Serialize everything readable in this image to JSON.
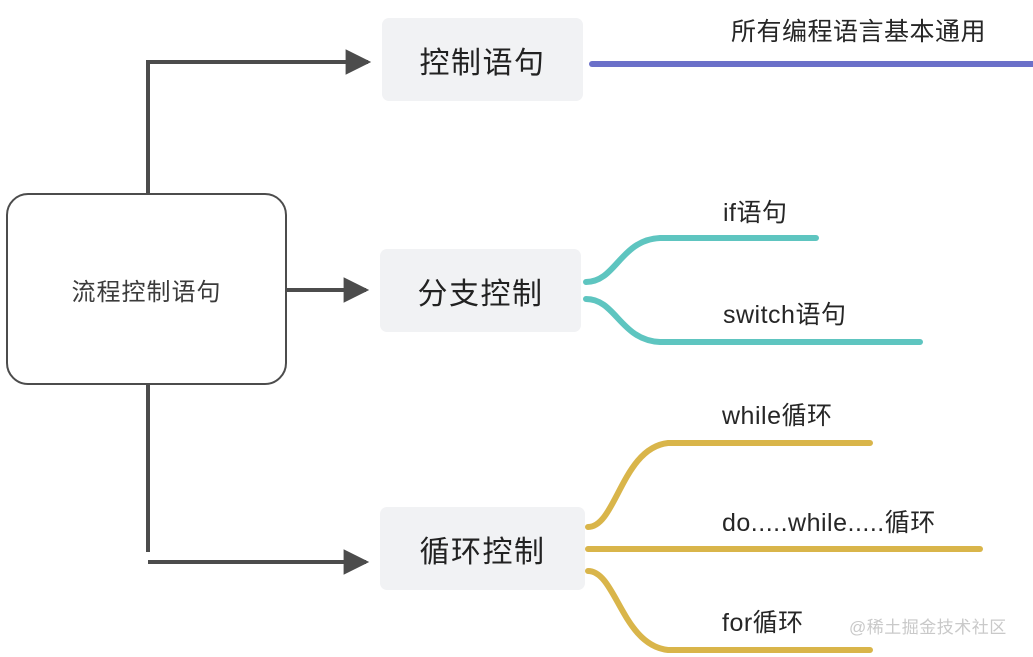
{
  "diagram": {
    "type": "mind-map",
    "title": "流程控制语句",
    "orientation": "left-to-right",
    "background": "#ffffff"
  },
  "root": {
    "label": "流程控制语句",
    "shape": "rounded-rectangle",
    "border_color": "#4c4c4c",
    "fill": "#ffffff"
  },
  "connector": {
    "color": "#4c4c4c",
    "style": "elbow-with-arrowhead"
  },
  "branches": [
    {
      "id": "control",
      "label": "控制语句",
      "accent": "#6b70c9",
      "node_fill": "#f1f2f4",
      "leaves": [
        {
          "label": "所有编程语言基本通用"
        }
      ]
    },
    {
      "id": "conditional",
      "label": "分支控制",
      "accent": "#5ec5c0",
      "node_fill": "#f1f2f4",
      "leaves": [
        {
          "label": "if语句"
        },
        {
          "label": "switch语句"
        }
      ]
    },
    {
      "id": "loop",
      "label": "循环控制",
      "accent": "#d9b54a",
      "node_fill": "#f1f2f4",
      "leaves": [
        {
          "label": "while循环"
        },
        {
          "label": "do.....while.....循环"
        },
        {
          "label": "for循环"
        }
      ]
    }
  ],
  "watermark": {
    "text": "@稀土掘金技术社区",
    "color": "#c9c9c9"
  }
}
